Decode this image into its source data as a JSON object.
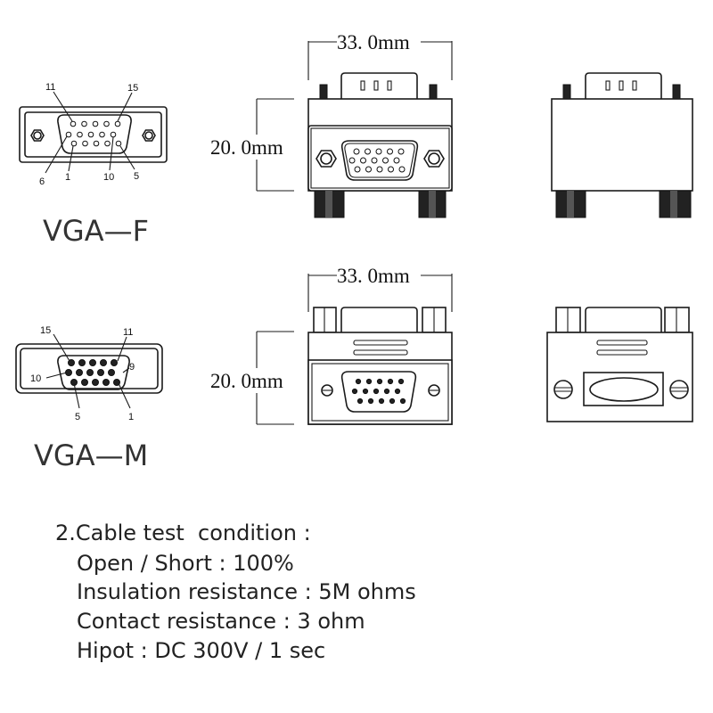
{
  "vga_f": {
    "title": "VGA—F",
    "pin_labels": {
      "p11": "11",
      "p15": "15",
      "p6": "6",
      "p1": "1",
      "p10": "10",
      "p5": "5"
    }
  },
  "vga_m": {
    "title": "VGA—M",
    "pin_labels": {
      "p15": "15",
      "p11": "11",
      "p10": "10",
      "p9": "9",
      "p5": "5",
      "p1": "1"
    }
  },
  "dimensions": {
    "top_width": "33. 0mm",
    "top_height": "20. 0mm",
    "bottom_width": "33. 0mm",
    "bottom_height": "20. 0mm"
  },
  "spec": {
    "heading": "2.Cable test  condition :",
    "lines": [
      "Open / Short : 100%",
      "Insulation resistance : 5M ohms",
      "Contact resistance : 3 ohm",
      "Hipot : DC 300V / 1 sec"
    ]
  }
}
